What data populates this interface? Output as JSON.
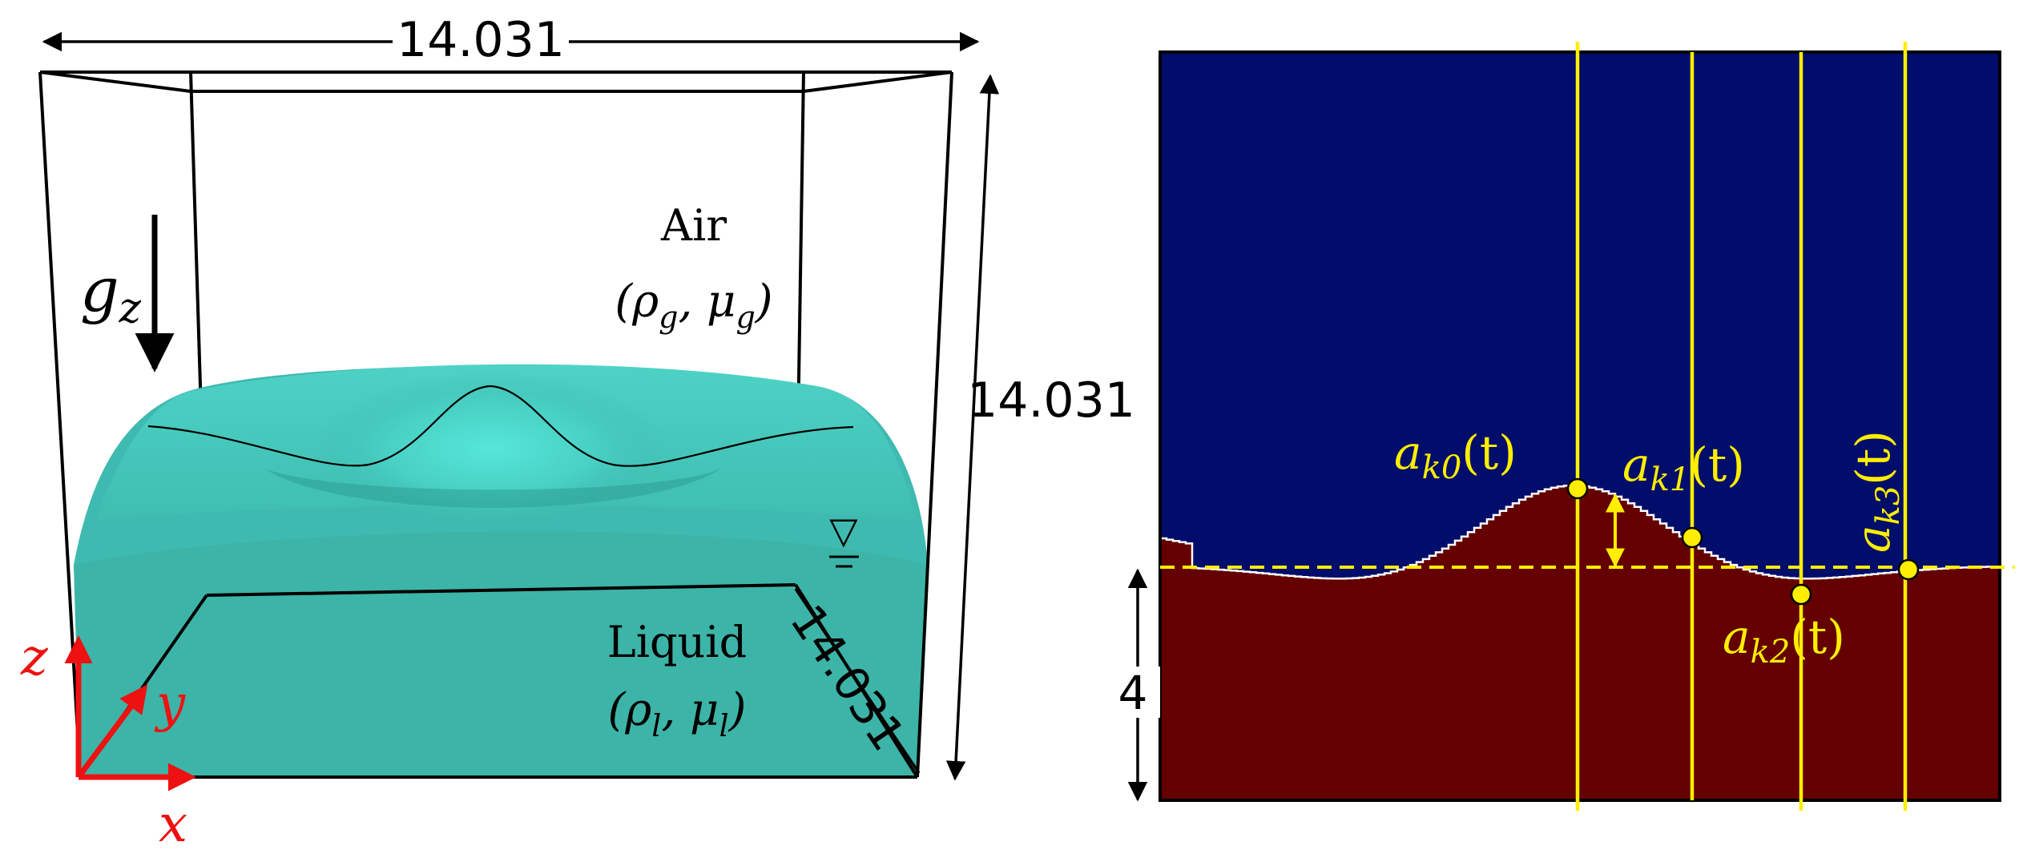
{
  "left_panel": {
    "dim_top": "14.031",
    "dim_right": "14.031",
    "dim_depth": "14.031",
    "gravity_symbol": "g",
    "gravity_subscript": "z",
    "air_label": "Air",
    "air_props": "(ρ",
    "air_sub_rho": "g",
    "air_sep": ", μ",
    "air_sub_mu": "g",
    "air_close": ")",
    "liquid_label": "Liquid",
    "liquid_props": "(ρ",
    "liquid_sub_rho": "l",
    "liquid_sep": ", μ",
    "liquid_sub_mu": "l",
    "liquid_close": ")",
    "water_level_symbol": "▽",
    "axis_z": "z",
    "axis_y": "y",
    "axis_x": "x"
  },
  "right_panel": {
    "depth_label": "4",
    "probes": [
      {
        "name": "a",
        "sub": "k0",
        "arg": "(t)"
      },
      {
        "name": "a",
        "sub": "k1",
        "arg": "(t)"
      },
      {
        "name": "a",
        "sub": "k2",
        "arg": "(t)"
      },
      {
        "name": "a",
        "sub": "k3",
        "arg": "(t)"
      }
    ]
  },
  "colors": {
    "air": "#000d6b",
    "liquid": "#640000",
    "probe": "#ffee00",
    "liquid_3d": "#40bfb3",
    "axis": "#ee1111"
  }
}
